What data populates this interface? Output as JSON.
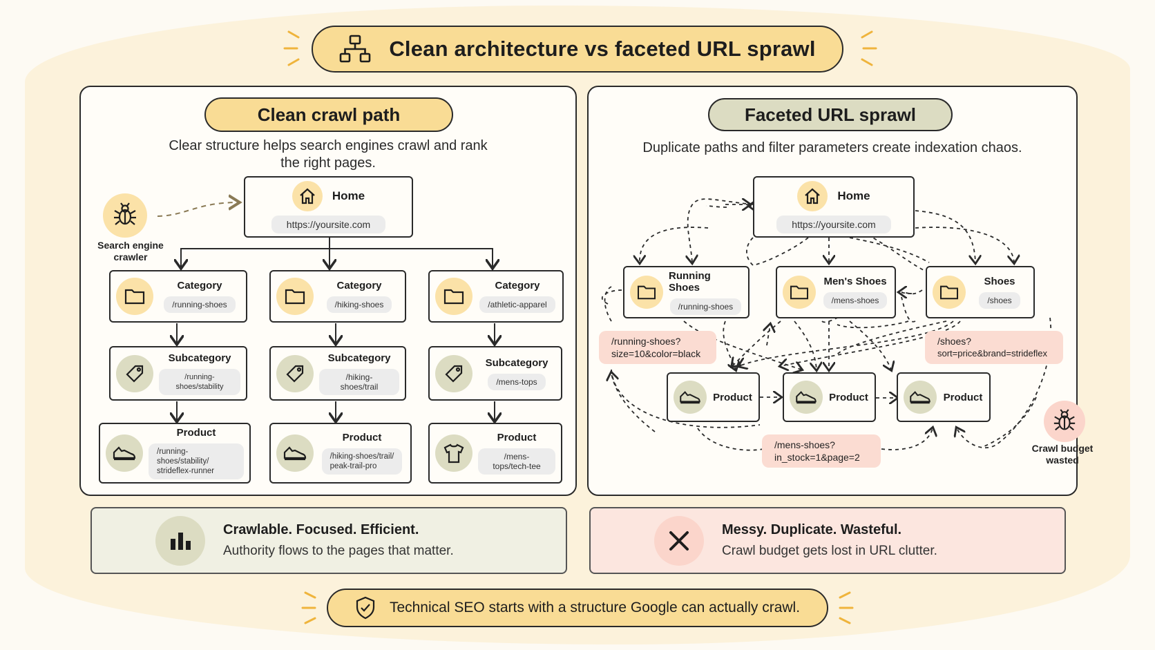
{
  "title": "Clean architecture vs faceted URL sprawl",
  "left": {
    "heading": "Clean crawl path",
    "subtitle_line1": "Clear structure helps search engines crawl and rank",
    "subtitle_line2": "the right pages.",
    "crawler_line1": "Search engine",
    "crawler_line2": "crawler",
    "home": {
      "label": "Home",
      "url": "https://yoursite.com"
    },
    "columns": [
      {
        "category": {
          "label": "Category",
          "path": "/running-shoes"
        },
        "subcategory": {
          "label": "Subcategory",
          "path": "/running-shoes/stability"
        },
        "product": {
          "label": "Product",
          "path_line1": "/running-shoes/stability/",
          "path_line2": "strideflex-runner",
          "icon": "sneaker-icon"
        }
      },
      {
        "category": {
          "label": "Category",
          "path": "/hiking-shoes"
        },
        "subcategory": {
          "label": "Subcategory",
          "path": "/hiking-shoes/trail"
        },
        "product": {
          "label": "Product",
          "path_line1": "/hiking-shoes/trail/",
          "path_line2": "peak-trail-pro",
          "icon": "sneaker-icon"
        }
      },
      {
        "category": {
          "label": "Category",
          "path": "/athletic-apparel"
        },
        "subcategory": {
          "label": "Subcategory",
          "path": "/mens-tops"
        },
        "product": {
          "label": "Product",
          "path_line1": "/mens-tops/tech-tee",
          "path_line2": "",
          "icon": "tshirt-icon"
        }
      }
    ]
  },
  "right": {
    "heading": "Faceted URL sprawl",
    "subtitle": "Duplicate paths and filter parameters create indexation chaos.",
    "home": {
      "label": "Home",
      "url": "https://yoursite.com"
    },
    "categories": [
      {
        "label": "Running Shoes",
        "path": "/running-shoes"
      },
      {
        "label": "Men's Shoes",
        "path": "/mens-shoes"
      },
      {
        "label": "Shoes",
        "path": "/shoes"
      }
    ],
    "products": [
      {
        "label": "Product"
      },
      {
        "label": "Product"
      },
      {
        "label": "Product"
      }
    ],
    "params": [
      {
        "line1": "/running-shoes?",
        "line2": "size=10&color=black"
      },
      {
        "line1": "/shoes?",
        "line2": "sort=price&brand=strideflex"
      },
      {
        "line1": "/mens-shoes?",
        "line2": "in_stock=1&page=2"
      }
    ],
    "budget_line1": "Crawl budget",
    "budget_line2": "wasted"
  },
  "results": {
    "good": {
      "headline": "Crawlable. Focused. Efficient.",
      "text": "Authority flows to the pages that matter.",
      "icon": "bar-chart-icon"
    },
    "bad": {
      "headline": "Messy. Duplicate. Wasteful.",
      "text": "Crawl budget gets lost in URL clutter.",
      "icon": "x-icon"
    }
  },
  "footer": {
    "text": "Technical SEO starts with a structure Google can actually crawl.",
    "icon": "shield-check-icon"
  },
  "colors": {
    "accent_yellow": "#f9dc95",
    "olive": "#dcdcc2",
    "pink": "#fbd5cb",
    "background": "#fbf0d6"
  }
}
